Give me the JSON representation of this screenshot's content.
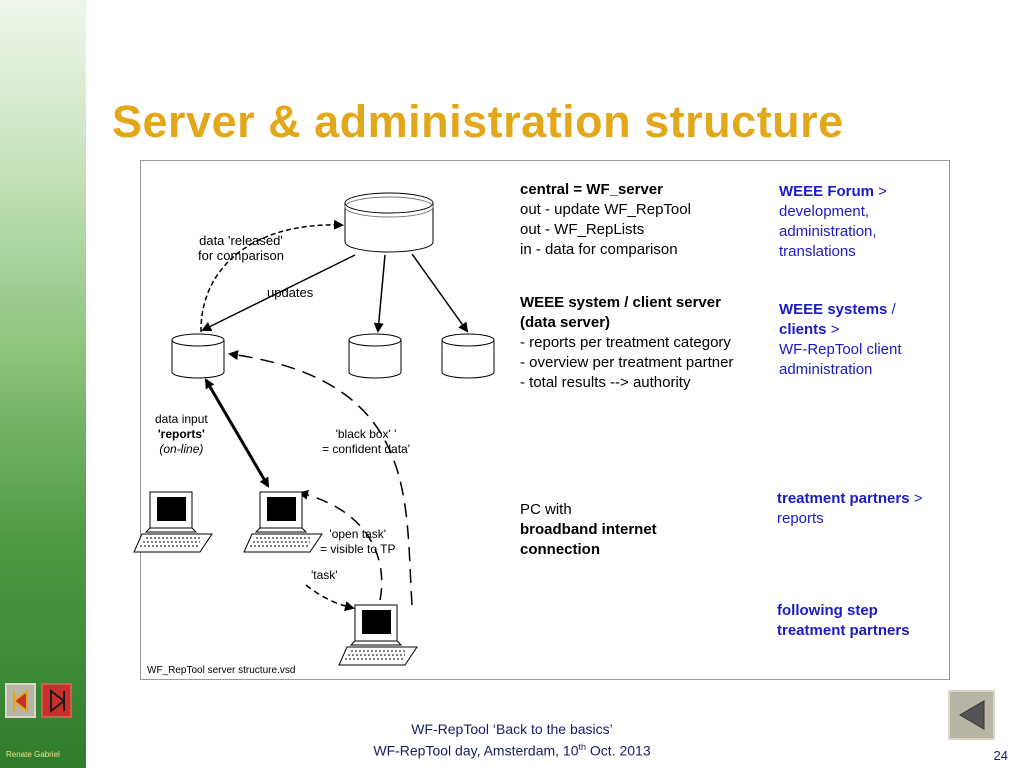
{
  "slide": {
    "title": "Server & administration structure",
    "author": "Renate Gabriel",
    "page_number": "24",
    "footer_line1": "WF-RepTool ‘Back to the basics’",
    "footer_line2_prefix": "WF-RepTool day, Amsterdam, 10",
    "footer_line2_sup": "th",
    "footer_line2_suffix": " Oct. 2013"
  },
  "nav": {
    "prev_icon": "prev-slide-icon",
    "next_icon": "next-slide-icon",
    "back_icon": "back-icon"
  },
  "diagram": {
    "label_released_1": "data 'released'",
    "label_released_2": "for comparison",
    "label_updates": "updates",
    "label_data_input": "data input",
    "label_reports": "'reports'",
    "label_online": "(on-line)",
    "label_blackbox_1": "'black box' '",
    "label_blackbox_2": "= confident data'",
    "label_open_task_1": "'open task'",
    "label_open_task_2": "= visible to TP",
    "label_task": "'task'",
    "filename": "WF_RepTool server structure.vsd"
  },
  "info": {
    "central_title": "central = WF_server",
    "central_l1": "out - update WF_RepTool",
    "central_l2": "out - WF_RepLists",
    "central_l3": "in - data for comparison",
    "weee_title_1": "WEEE system / client server",
    "weee_title_2": "(data server)",
    "weee_l1": "- reports per treatment category",
    "weee_l2": "- overview per treatment partner",
    "weee_l3": "- total results --> authority",
    "pc_l1": "PC with",
    "pc_l2": "broadband internet",
    "pc_l3": "connection"
  },
  "roles": {
    "forum_bold": "WEEE Forum",
    "forum_gt": " >",
    "forum_l2": "development,",
    "forum_l3": "administration,",
    "forum_l4": "translations",
    "systems_bold1": "WEEE systems",
    "systems_slash": " /",
    "systems_bold2": "clients",
    "systems_gt": " >",
    "systems_l3": "WF-RepTool  client",
    "systems_l4": "administration",
    "tp_bold": "treatment partners",
    "tp_gt": " >",
    "tp_l2": "reports",
    "fs_l1": "following step",
    "fs_l2": "treatment partners"
  },
  "colors": {
    "title": "#e3a81a",
    "role_text": "#1a1ac8",
    "footer": "#1a1a6a",
    "side_bar": "#4f9b43"
  }
}
